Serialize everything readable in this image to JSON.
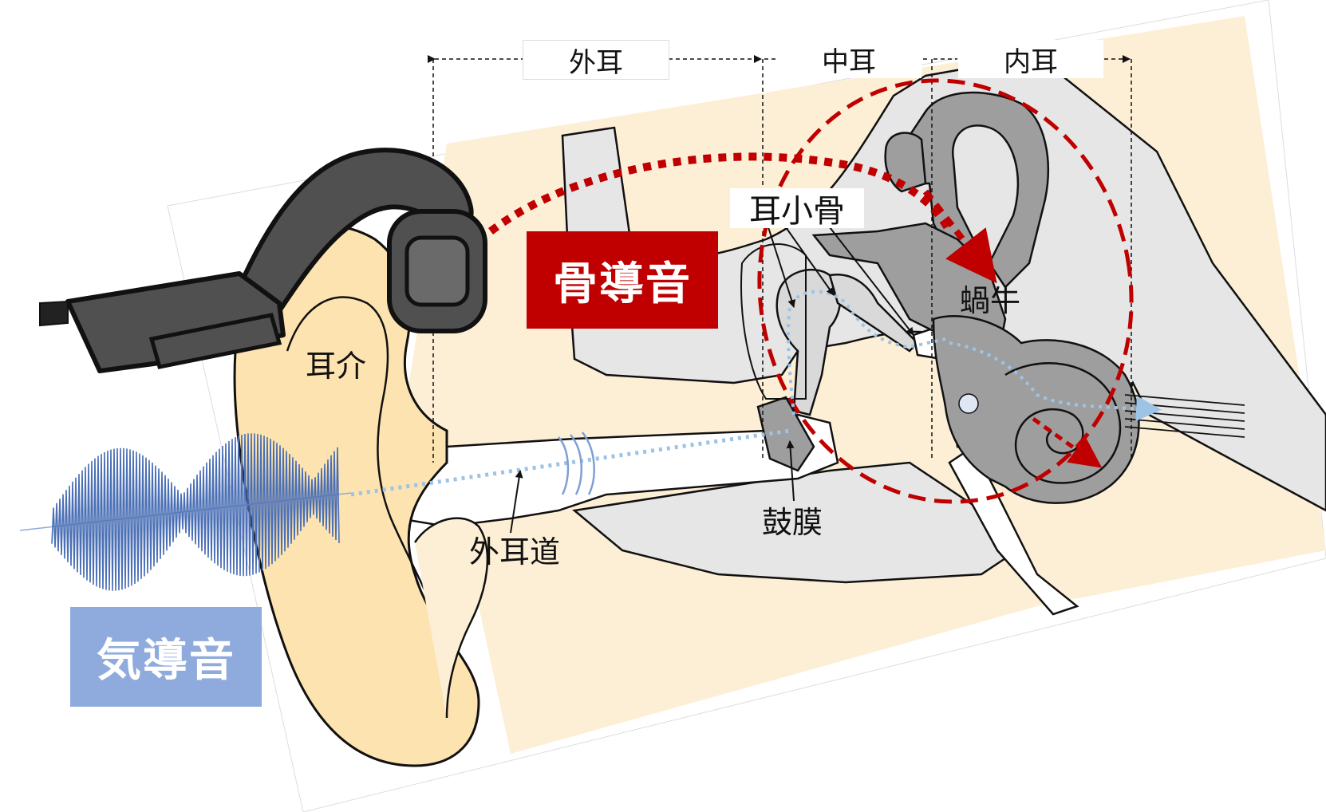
{
  "regions": {
    "outer_ear": "外耳",
    "middle_ear": "中耳",
    "inner_ear": "内耳"
  },
  "labels": {
    "pinna": "耳介",
    "ear_canal": "外耳道",
    "eardrum": "鼓膜",
    "ossicles": "耳小骨",
    "cochlea": "蝸牛"
  },
  "badges": {
    "bone_conduction": "骨導音",
    "air_conduction": "気導音"
  },
  "colors": {
    "skin": "#fdefd6",
    "pinna": "#fde3b0",
    "bone_gray": "#9e9e9e",
    "light_gray": "#e6e6e6",
    "headphone": "#505050",
    "bone_path": "#c00000",
    "air_path": "#9dc3e6",
    "air_badge": "#8faadc",
    "wave": "#4a6fb5"
  },
  "icons": {
    "headphone": "bone-conduction-headphone-icon",
    "sound_wave": "sound-wave-icon"
  }
}
